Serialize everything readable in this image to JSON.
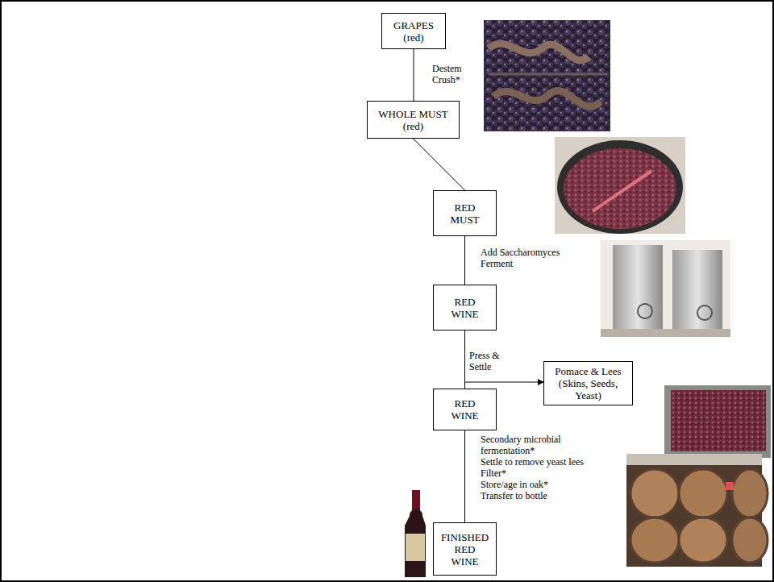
{
  "diagram": {
    "nodes": [
      {
        "text": [
          "GRAPES (red)"
        ]
      },
      {
        "text": [
          "WHOLE MUST (red)"
        ]
      },
      {
        "text": [
          "RED MUST"
        ]
      },
      {
        "text": [
          "RED WINE"
        ]
      },
      {
        "text": [
          "Pomace & Lees (Skins, Seeds, Yeast)"
        ]
      },
      {
        "text": [
          "RED WINE"
        ]
      },
      {
        "text": [
          "FINISHED RED WINE"
        ]
      }
    ],
    "edges": [
      {
        "from": 0,
        "to": 1,
        "arrow": "none",
        "label": "Destem Crush*"
      },
      {
        "from": 1,
        "to": 2,
        "arrow": "none"
      },
      {
        "from": 2,
        "to": 3,
        "arrow": "none",
        "label": "Add Saccharomyces Ferment"
      },
      {
        "from": 3,
        "to": 4,
        "arrow": "to"
      },
      {
        "from": 3,
        "to": 5,
        "arrow": "none",
        "label": "Press & Settle"
      },
      {
        "from": 5,
        "to": 6,
        "arrow": "none",
        "label": "Secondary microbial fermentation*"
      }
    ],
    "labels": [
      "Settle to remove yeast lees",
      "Filter*",
      "Store/age in oak*",
      "Transfer to bottle"
    ]
  }
}
